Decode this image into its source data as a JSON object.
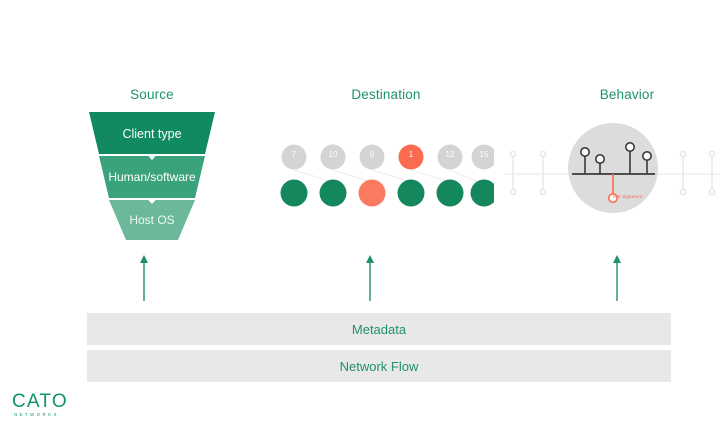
{
  "columns": {
    "source": {
      "title": "Source"
    },
    "destination": {
      "title": "Destination"
    },
    "behavior": {
      "title": "Behavior"
    }
  },
  "funnel": {
    "name": "source-funnel",
    "tiers": [
      {
        "label": "Client type",
        "color": "#128a5f"
      },
      {
        "label": "Human/software",
        "color": "#3ba37c"
      },
      {
        "label": "Host OS",
        "color": "#6bb89a"
      }
    ]
  },
  "destination": {
    "top_row": [
      {
        "value": "7",
        "state": "normal"
      },
      {
        "value": "10",
        "state": "normal"
      },
      {
        "value": "9",
        "state": "normal"
      },
      {
        "value": "1",
        "state": "alert"
      },
      {
        "value": "12",
        "state": "normal"
      },
      {
        "value": "15",
        "state": "normal"
      }
    ],
    "bottom_row": [
      {
        "state": "normal"
      },
      {
        "state": "normal"
      },
      {
        "state": "alert"
      },
      {
        "state": "normal"
      },
      {
        "state": "normal"
      },
      {
        "state": "normal"
      }
    ],
    "colors": {
      "normal_top": "#d4d4d4",
      "alert_top": "#fa6b50",
      "normal_bottom": "#14875d",
      "alert_bottom": "#fa7a5f",
      "connector": "#ededed"
    }
  },
  "behavior": {
    "magnifier_name": "magnifier-circle",
    "events_above": [
      {
        "height": 20
      },
      {
        "height": 13
      },
      {
        "height": 25
      },
      {
        "height": 16
      }
    ],
    "event_below": {
      "label": "IPS Signature",
      "color": "#fa6b50"
    },
    "colors": {
      "lens": "#dcdcdc",
      "axis": "#3a3a3a",
      "marker": "#3a3a3a",
      "faded": "#e6e6e6"
    }
  },
  "arrows": {
    "color": "#1f9268",
    "source_name": "arrow-source",
    "destination_name": "arrow-destination",
    "behavior_name": "arrow-behavior"
  },
  "layers": [
    {
      "label": "Metadata"
    },
    {
      "label": "Network Flow"
    }
  ],
  "logo": {
    "word": "CATO",
    "sub": "NETWORKS",
    "color": "#0f9463"
  },
  "theme": {
    "green": "#1f9268",
    "coral": "#fa6b50",
    "bar_bg": "#e8e8e8"
  }
}
